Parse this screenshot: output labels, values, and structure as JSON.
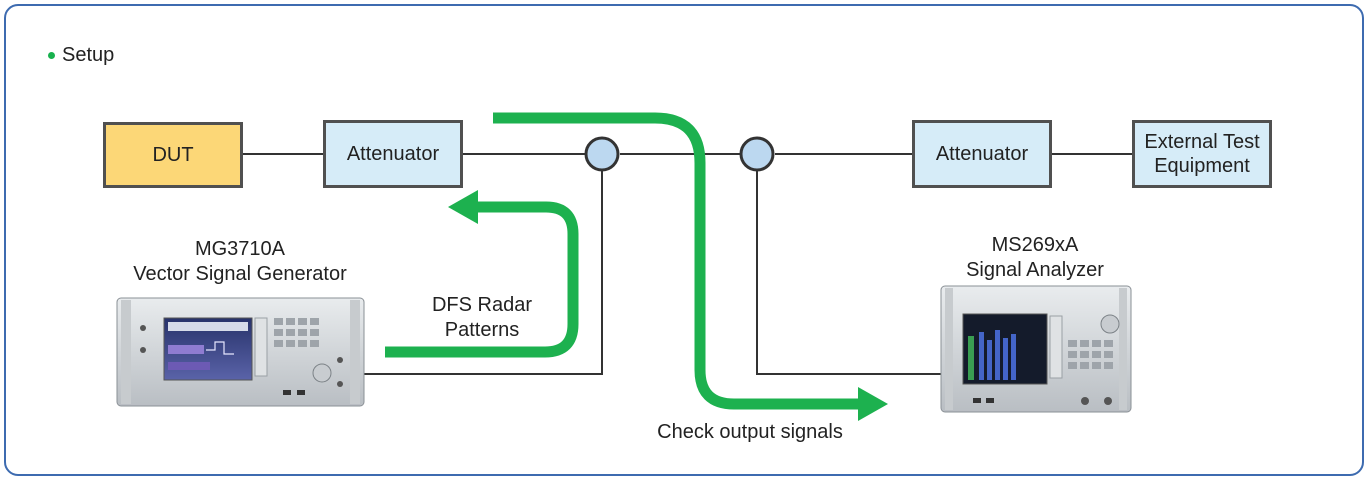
{
  "section_title": "Setup",
  "dut_label": "DUT",
  "attenuator_left_label": "Attenuator",
  "attenuator_right_label": "Attenuator",
  "external_test_line1": "External Test",
  "external_test_line2": "Equipment",
  "generator_model": "MG3710A",
  "generator_name": "Vector Signal Generator",
  "analyzer_model": "MS269xA",
  "analyzer_name": "Signal Analyzer",
  "dfs_line1": "DFS Radar",
  "dfs_line2": "Patterns",
  "check_output": "Check output signals",
  "colors": {
    "frame": "#3d6bb0",
    "arrow": "#1db14f",
    "dut": "#fcd777",
    "attenuator": "#d6ecf8",
    "coupler": "#bcd8f0",
    "bullet": "#18b14e"
  }
}
